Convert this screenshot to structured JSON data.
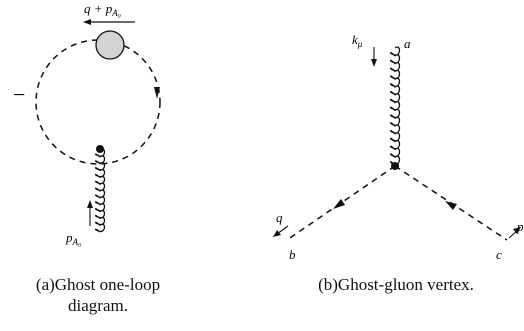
{
  "panel_a": {
    "loop_momentum": {
      "main": "q + p",
      "sub": "A₀"
    },
    "minus_sign": "−",
    "gluon_momentum": {
      "main": "p",
      "sub": "A₀"
    },
    "caption_line1": "(a)Ghost one-loop",
    "caption_line2": "diagram."
  },
  "panel_b": {
    "gluon_momentum": {
      "main": "k",
      "sub": "μ"
    },
    "label_a": "a",
    "label_b": "b",
    "label_c": "c",
    "ghost_momentum_q": "q",
    "ghost_momentum_p": "p",
    "caption": "(b)Ghost-gluon vertex."
  },
  "colors": {
    "line": "#111111",
    "blob_fill": "#d3d3d3"
  }
}
